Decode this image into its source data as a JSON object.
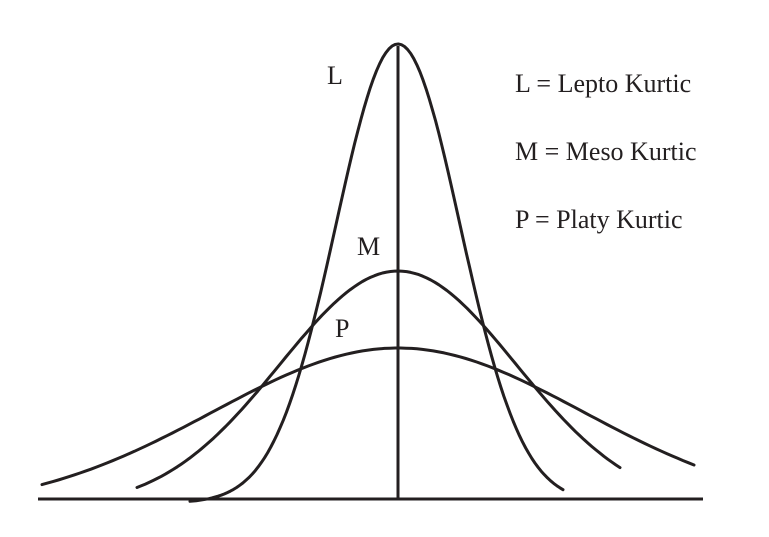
{
  "curves": [
    {
      "id": "lepto",
      "label": "L"
    },
    {
      "id": "meso",
      "label": "M"
    },
    {
      "id": "platy",
      "label": "P"
    }
  ],
  "legend": [
    {
      "text": "L = Lepto Kurtic"
    },
    {
      "text": "M = Meso Kurtic"
    },
    {
      "text": "P = Platy Kurtic"
    }
  ],
  "colors": {
    "ink": "#231f20",
    "background": "#ffffff"
  }
}
